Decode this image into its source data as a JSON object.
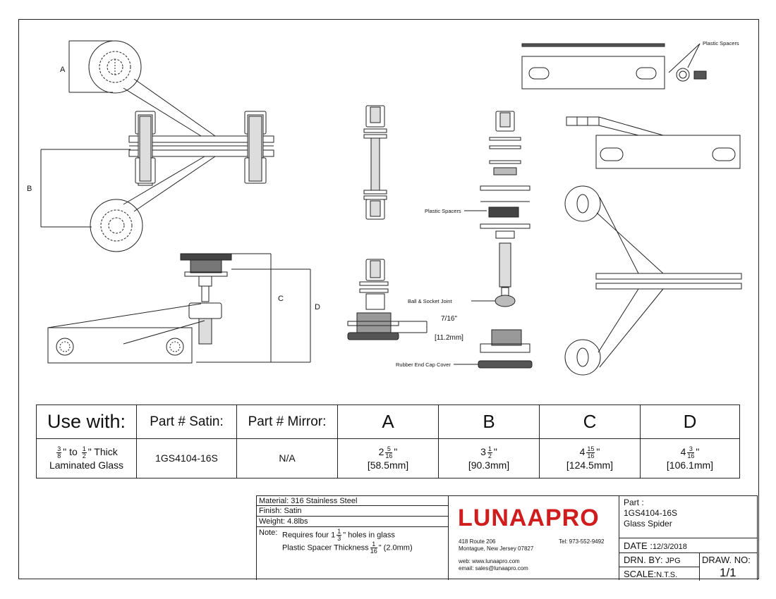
{
  "callouts": {
    "plastic_spacers_top": "Plastic Spacers",
    "plastic_spacers_mid": "Plastic Spacers",
    "ball_socket": "Ball & Socket Joint",
    "rubber_cap": "Rubber End Cap Cover",
    "dim_imperial": "7/16\"",
    "dim_metric": "[11.2mm]"
  },
  "dim_labels": {
    "a": "A",
    "b": "B",
    "c": "C",
    "d": "D"
  },
  "spec_table": {
    "headers": [
      "Use with:",
      "Part # Satin:",
      "Part # Mirror:",
      "A",
      "B",
      "C",
      "D"
    ],
    "use_with": {
      "frac1_num": "3",
      "frac1_den": "8",
      "mid": "\" to",
      "frac2_num": "1",
      "frac2_den": "2",
      "tail": "\" Thick",
      "line2": "Laminated Glass"
    },
    "part_satin": "1GS4104-16S",
    "part_mirror": "N/A",
    "A": {
      "whole": "2",
      "num": "5",
      "den": "16",
      "metric": "[58.5mm]"
    },
    "B": {
      "whole": "3",
      "num": "1",
      "den": "2",
      "metric": "[90.3mm]"
    },
    "C": {
      "whole": "4",
      "num": "15",
      "den": "16",
      "metric": "[124.5mm]"
    },
    "D": {
      "whole": "4",
      "num": "3",
      "den": "16",
      "metric": "[106.1mm]"
    },
    "inch_mark": "\""
  },
  "title_block": {
    "material": "Material: 316 Stainless Steel",
    "finish": "Finish: Satin",
    "weight": "Weight: 4.8lbs",
    "note_label": "Note:",
    "note1_pre": "Requires four 1",
    "note1_num": "1",
    "note1_den": "3",
    "note1_post": "\" holes in glass",
    "note2_pre": "Plastic Spacer Thickness",
    "note2_num": "1",
    "note2_den": "16",
    "note2_post": "\" (2.0mm)",
    "logo": "LUNAAPRO",
    "address1": "418 Route 206",
    "address2": "Montague, New Jersey 07827",
    "tel": "Tel: 973-552-9492",
    "web": "web: www.lunaapro.com",
    "email": "email: sales@lunaapro.com",
    "part_label": "Part :",
    "part_number": "1GS4104-16S",
    "part_name": "Glass Spider",
    "date_label": "DATE :",
    "date_value": "12/3/2018",
    "drn_label": "DRN. BY:",
    "drn_value": "JPG",
    "drawno_label": "DRAW. NO:",
    "drawno_value": "1/1",
    "scale_label": "SCALE:",
    "scale_value": "N.T.S."
  },
  "colors": {
    "logo": "#d01c1c",
    "line": "#222222",
    "dark_part": "#444444"
  }
}
